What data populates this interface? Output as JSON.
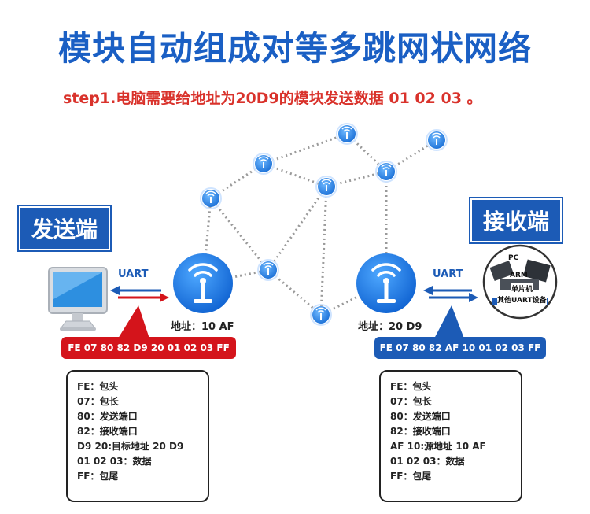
{
  "title": "模块自动组成对等多跳网状网络",
  "step": "step1.电脑需要给地址为20D9的模块发送数据 01 02 03 。",
  "sender": {
    "tag": "发送端",
    "uart": "UART",
    "address": "地址：10 AF",
    "frame": "FE 07 80 82 D9 20 01 02 03 FF",
    "legend": [
      "FE：包头",
      "07：包长",
      "80：发送端口",
      "82：接收端口",
      "D9 20:目标地址 20 D9",
      "01 02 03：数据",
      "FF：包尾"
    ]
  },
  "receiver": {
    "tag": "接收端",
    "uart": "UART",
    "address": "地址：20 D9",
    "frame": "FE 07 80 82 AF 10 01 02 03 FF",
    "legend": [
      "FE：包头",
      "07：包长",
      "80：发送端口",
      "82：接收端口",
      "AF 10:源地址 10 AF",
      "01 02 03：数据",
      "FF：包尾"
    ],
    "device_labels": [
      "PC",
      "ARM",
      "单片机",
      "其他UART设备"
    ]
  },
  "colors": {
    "title": "#1a5fc4",
    "step": "#d9322b",
    "send": "#d4141b",
    "recv": "#1c5bb6",
    "link": "#9a9a9a"
  }
}
